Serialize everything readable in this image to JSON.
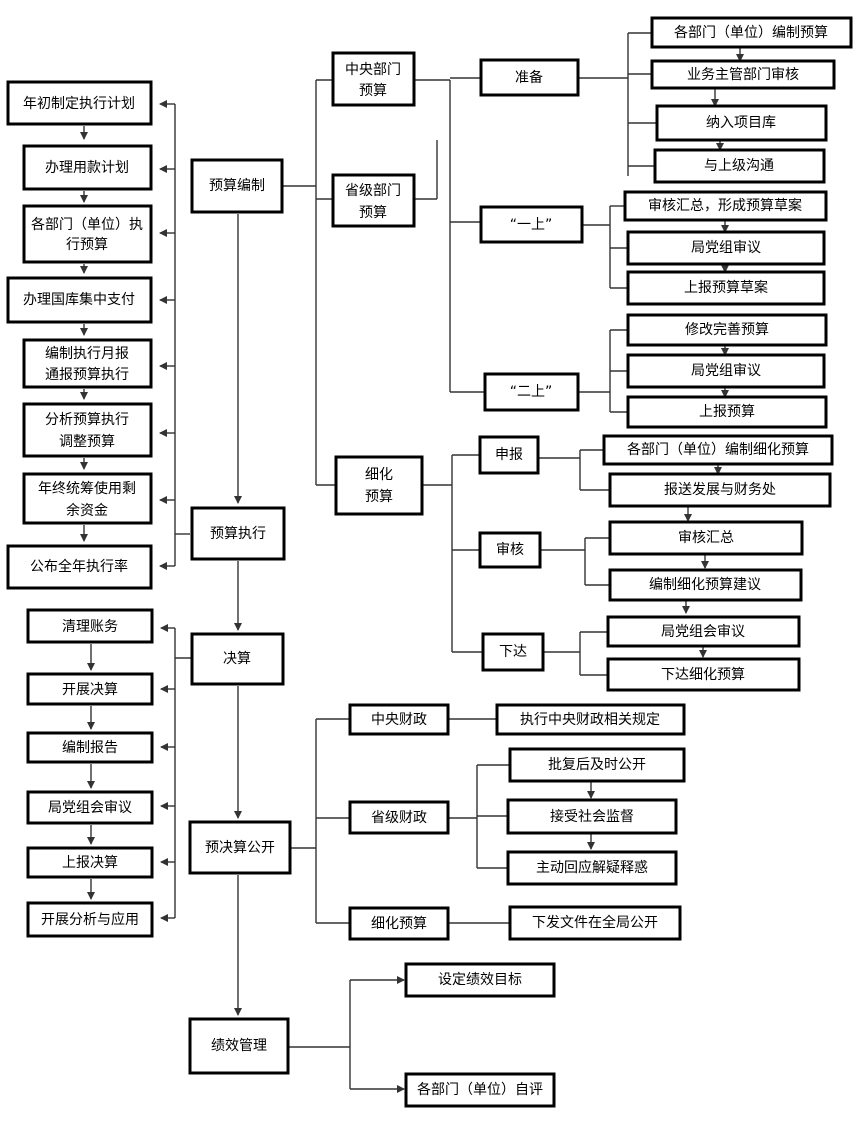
{
  "colors": {
    "box_border": "#000000",
    "connector": "#333333",
    "text": "#000000",
    "background": "#ffffff"
  },
  "main": {
    "compile": "预算编制",
    "execute": "预算执行",
    "final": "决算",
    "disclose": "预决算公开",
    "performance": "绩效管理"
  },
  "execution_steps": [
    "年初制定执行计划",
    "办理用款计划",
    [
      "各部门（单位）执",
      "行预算"
    ],
    "办理国库集中支付",
    [
      "编制执行月报",
      "通报预算执行"
    ],
    [
      "分析预算执行",
      "调整预算"
    ],
    [
      "年终统筹使用剩",
      "余资金"
    ],
    "公布全年执行率"
  ],
  "final_steps": [
    "清理账务",
    "开展决算",
    "编制报告",
    "局党组会审议",
    "上报决算",
    "开展分析与应用"
  ],
  "compile_branches": {
    "central": [
      "中央部门",
      "预算"
    ],
    "provincial": [
      "省级部门",
      "预算"
    ],
    "detail": [
      "细化",
      "预算"
    ]
  },
  "stages": {
    "prepare": "准备",
    "first_up": "“一上”",
    "second_up": "“二上”",
    "report": "申报",
    "review": "审核",
    "issue": "下达"
  },
  "prepare_steps": [
    "各部门（单位）编制预算",
    "业务主管部门审核",
    "纳入项目库",
    "与上级沟通"
  ],
  "first_up_steps": [
    "审核汇总，形成预算草案",
    "局党组审议",
    "上报预算草案"
  ],
  "second_up_steps": [
    "修改完善预算",
    "局党组审议",
    "上报预算"
  ],
  "report_steps": [
    "各部门（单位）编制细化预算",
    "报送发展与财务处"
  ],
  "review_steps": [
    "审核汇总",
    "编制细化预算建议"
  ],
  "issue_steps": [
    "局党组会审议",
    "下达细化预算"
  ],
  "disclosure": {
    "central_finance": "中央财政",
    "central_finance_action": "执行中央财政相关规定",
    "provincial_finance": "省级财政",
    "provincial_actions": [
      "批复后及时公开",
      "接受社会监督",
      "主动回应解疑释惑"
    ],
    "detail_budget": "细化预算",
    "detail_budget_action": "下发文件在全局公开"
  },
  "performance_steps": [
    "设定绩效目标",
    "各部门（单位）自评"
  ]
}
